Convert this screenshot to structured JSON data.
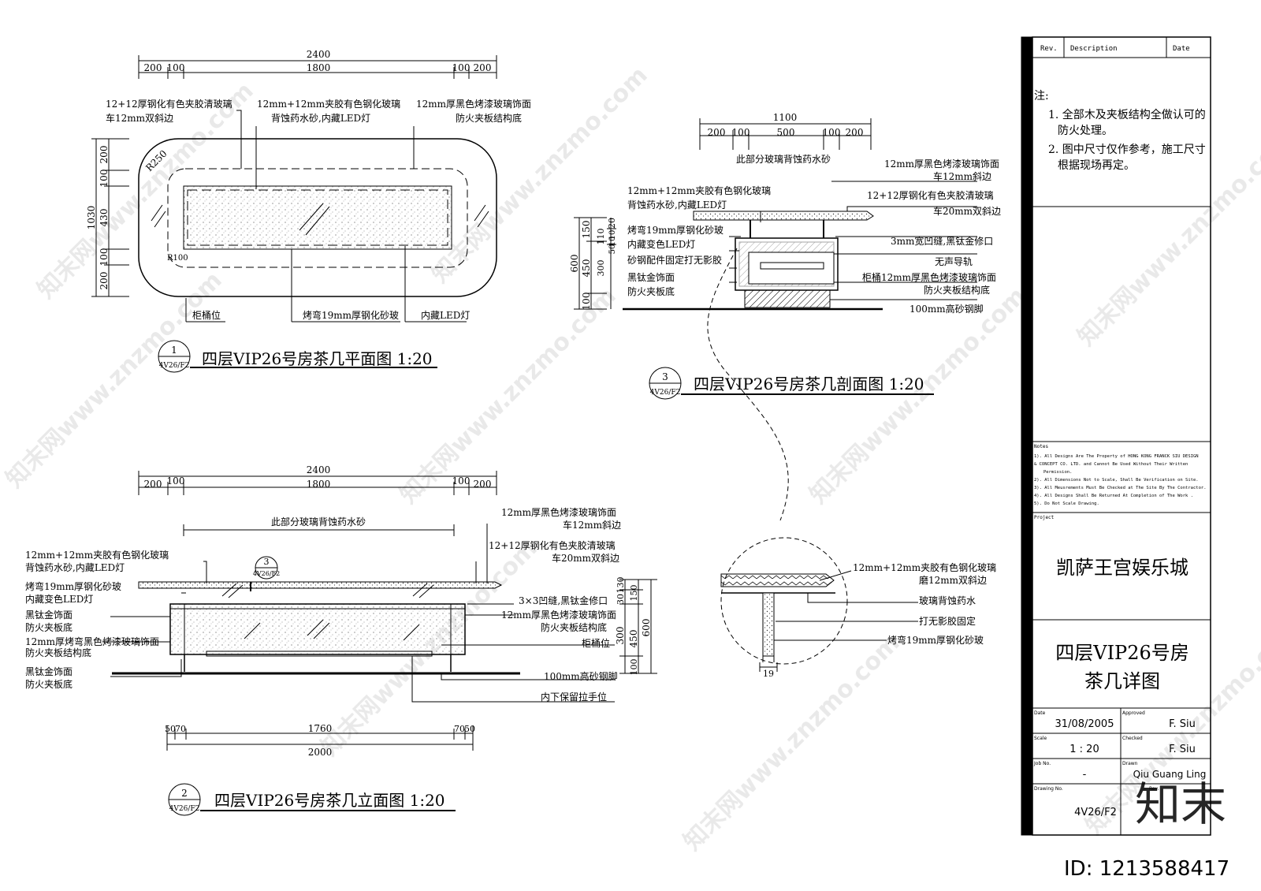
{
  "plan": {
    "dims_top": [
      "2400",
      "200",
      "100",
      "1800",
      "100",
      "200"
    ],
    "dims_left": [
      "1030",
      "200",
      "100",
      "430",
      "100",
      "200"
    ],
    "radius_outer": "R250",
    "radius_inner": "R100",
    "notes": [
      "12+12厚钢化有色夹胶清玻璃",
      "车12mm双斜边",
      "12mm+12mm夹胶有色钢化玻璃",
      "背蚀药水砂,内藏LED灯",
      "12mm厚黑色烤漆玻璃饰面",
      "防火夹板结构底",
      "柜桶位",
      "烤弯19mm厚钢化砂玻",
      "内藏LED灯"
    ],
    "tag_num": "1",
    "tag_ref": "4V26/F2",
    "title": "四层VIP26号房茶几平面图 1:20"
  },
  "elevation": {
    "dims_top": [
      "2400",
      "200",
      "100",
      "1800",
      "100",
      "200"
    ],
    "dims_right": [
      "130",
      "30",
      "150",
      "300",
      "450",
      "600",
      "100"
    ],
    "dims_bottom": [
      "50",
      "70",
      "1760",
      "70",
      "50",
      "2000"
    ],
    "span_note": "此部分玻璃背蚀药水砂",
    "notes_left": [
      "12mm+12mm夹胶有色钢化玻璃",
      "背蚀药水砂,内藏LED灯",
      "烤弯19mm厚钢化砂玻",
      "内藏变色LED灯",
      "黑钛金饰面",
      "防火夹板底",
      "12mm厚烤弯黑色烤漆玻璃饰面",
      "防火夹板结构底",
      "黑钛金饰面",
      "防火夹板底"
    ],
    "notes_right": [
      "12mm厚黑色烤漆玻璃饰面",
      "车12mm斜边",
      "12+12厚钢化有色夹胶清玻璃",
      "车20mm双斜边",
      "3×3凹缝,黑钛金修口",
      "12mm厚黑色烤漆玻璃饰面",
      "防火夹板结构底",
      "柜桶位",
      "100mm高砂钢脚",
      "内下保留拉手位"
    ],
    "section_tag_num": "3",
    "section_tag_ref": "4V26/F2",
    "tag_num": "2",
    "tag_ref": "4V26/F2",
    "title": "四层VIP26号房茶几立面图 1:20"
  },
  "section": {
    "dims_top": [
      "1100",
      "200",
      "100",
      "500",
      "100",
      "200"
    ],
    "dims_left": [
      "600",
      "150",
      "450",
      "100"
    ],
    "dims_inner": [
      "110",
      "300",
      "20",
      "10",
      "10",
      "50"
    ],
    "span_note": "此部分玻璃背蚀药水砂",
    "notes_left": [
      "12mm+12mm夹胶有色钢化玻璃",
      "背蚀药水砂,内藏LED灯",
      "烤弯19mm厚钢化砂玻",
      "内藏变色LED灯",
      "砂钢配件固定打无影胶",
      "黑钛金饰面",
      "防火夹板底"
    ],
    "notes_right": [
      "12mm厚黑色烤漆玻璃饰面",
      "车12mm斜边",
      "12+12厚钢化有色夹胶清玻璃",
      "车20mm双斜边",
      "3mm宽凹缝,黑钛金修口",
      "无声导轨",
      "柜桶12mm厚黑色烤漆玻璃饰面",
      "防火夹板结构底",
      "100mm高砂钢脚"
    ],
    "tag_num": "3",
    "tag_ref": "4V26/F2",
    "title": "四层VIP26号房茶几剖面图 1:20"
  },
  "detail": {
    "notes": [
      "12mm+12mm夹胶有色钢化玻璃",
      "磨12mm双斜边",
      "玻璃背蚀药水",
      "打无影胶固定",
      "烤弯19mm厚钢化砂玻"
    ],
    "dim": "19"
  },
  "title_block": {
    "rev_header": [
      "Rev.",
      "Description",
      "Date"
    ],
    "notes_title": "注:",
    "notes": [
      "1. 全部木及夹板结构全做认可的",
      "防火处理。",
      "2. 图中尺寸仅作参考，施工尺寸",
      "根据现场再定。"
    ],
    "fine_title": "Notes",
    "fine_notes": [
      "1). All Designs Are The Property of HONG KONG FRANCK SIU DESIGN",
      "& CONCEPT CO. LTD. and Cannot Be Used Without Their Written",
      "Permission.",
      "2). All Dimensions Not to Scale, Shall Be Verification on Site.",
      "3). All Meusrements Must Be Checked at The Site By The Contractor.",
      "4). All Designs Shall Be Returned At Completion of The Work .",
      "5). Do Not Scale Drawing."
    ],
    "project_label": "Project",
    "project": "凯萨王宫娱乐城",
    "drawing_title_1": "四层VIP26号房",
    "drawing_title_2": "茶几详图",
    "date_label": "Date",
    "date": "31/08/2005",
    "approved_label": "Approved",
    "approved": "F. Siu",
    "scale_label": "Scale",
    "scale": "1 : 20",
    "checked_label": "Checked",
    "checked": "F. Siu",
    "job_label": "Job No.",
    "job": "-",
    "drawn_label": "Drawn",
    "drawn": "Qiu Guang Ling",
    "drawing_no_label": "Drawing No.",
    "drawing_no": "4V26/F2",
    "rev_label": "Rev."
  },
  "watermark": {
    "text": "知末网www.znzmo.com",
    "logo": "知末",
    "id": "ID: 1213588417"
  }
}
